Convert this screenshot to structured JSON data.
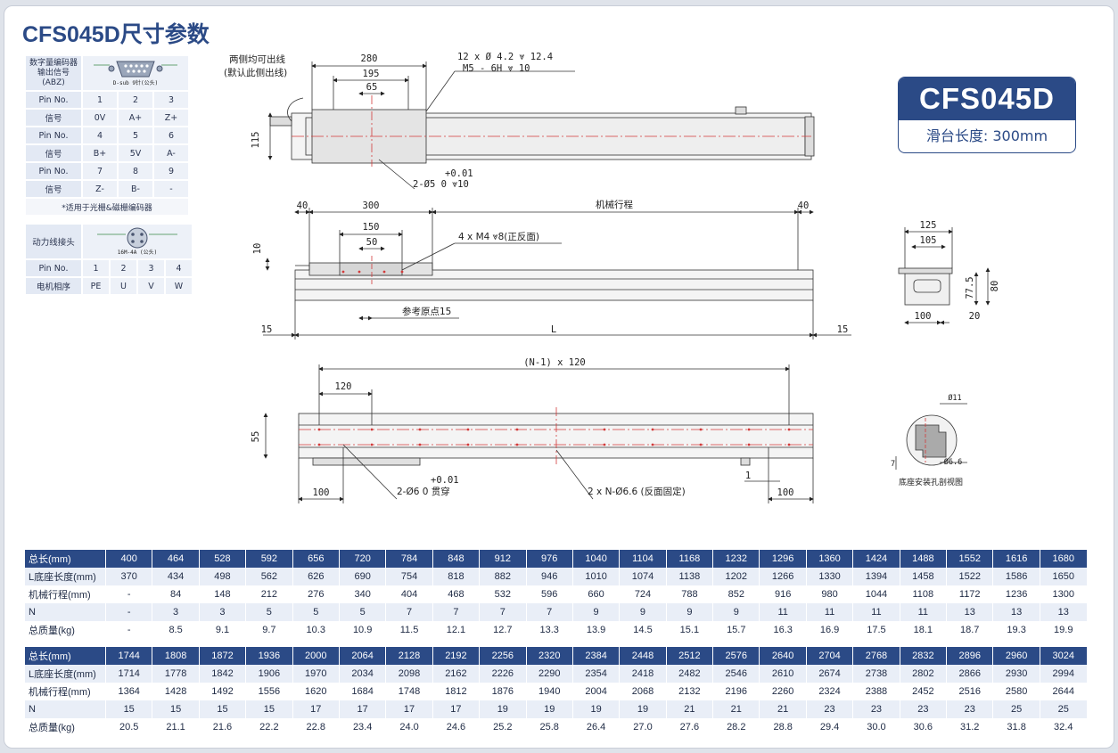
{
  "title": "CFS045D尺寸参数",
  "badge": {
    "model": "CFS045D",
    "stroke_label": "滑台长度: 300mm"
  },
  "encoder_table": {
    "header_label": "数字量编码器\n输出信号(ABZ)",
    "header_caption": "D-sub 9针(公头)",
    "rows": [
      {
        "label": "Pin No.",
        "cells": [
          "1",
          "2",
          "3"
        ]
      },
      {
        "label": "信号",
        "cells": [
          "0V",
          "A+",
          "Z+"
        ]
      },
      {
        "label": "Pin No.",
        "cells": [
          "4",
          "5",
          "6"
        ]
      },
      {
        "label": "信号",
        "cells": [
          "B+",
          "5V",
          "A-"
        ]
      },
      {
        "label": "Pin No.",
        "cells": [
          "7",
          "8",
          "9"
        ]
      },
      {
        "label": "信号",
        "cells": [
          "Z-",
          "B-",
          "-"
        ]
      }
    ],
    "note": "*适用于光栅&磁栅编码器"
  },
  "power_table": {
    "header_label": "动力线接头",
    "header_caption": "16M-4A (公头)",
    "rows": [
      {
        "label": "Pin No.",
        "cells": [
          "1",
          "2",
          "3",
          "4"
        ]
      },
      {
        "label": "电机相序",
        "cells": [
          "PE",
          "U",
          "V",
          "W"
        ]
      }
    ]
  },
  "drawing": {
    "top_view": {
      "dim_280": "280",
      "dim_195": "195",
      "dim_65": "65",
      "dim_115": "115",
      "note_cable": "两侧均可出线\n(默认此侧出线)",
      "holes_1": "12 x Ø 4.2 ⩔ 12.4",
      "holes_2": "M5 - 6H ⩔ 10",
      "tol": "+0.01",
      "pin": "2-Ø5  0    ⩔10"
    },
    "side_view": {
      "dim_40a": "40",
      "dim_300": "300",
      "dim_150": "150",
      "dim_50": "50",
      "stroke": "机械行程",
      "dim_40b": "40",
      "dim_10": "10",
      "thread": "4 x M4 ⩔8(正反面)",
      "origin": "参考原点15",
      "dim_15a": "15",
      "L": "L",
      "dim_15b": "15"
    },
    "bottom_view": {
      "pitch": "(N-1) x 120",
      "dim_120": "120",
      "dim_55": "55",
      "dim_100a": "100",
      "tol": "+0.01",
      "pin": "2-Ø6  0    贯穿",
      "holes": "2 x N-Ø6.6 (反面固定)",
      "dim_1": "1",
      "dim_100b": "100"
    },
    "end_view": {
      "dim_125": "125",
      "dim_105": "105",
      "dim_77_5": "77.5",
      "dim_80": "80",
      "dim_100": "100",
      "dim_20": "20"
    },
    "section_view": {
      "dim_11": "Ø11",
      "dim_6_6": "Ø6.6",
      "dim_7": "7",
      "caption": "底座安装孔剖视图"
    }
  },
  "spec_tables": [
    {
      "rows": [
        {
          "label": "总长(mm)",
          "values": [
            "400",
            "464",
            "528",
            "592",
            "656",
            "720",
            "784",
            "848",
            "912",
            "976",
            "1040",
            "1104",
            "1168",
            "1232",
            "1296",
            "1360",
            "1424",
            "1488",
            "1552",
            "1616",
            "1680"
          ]
        },
        {
          "label": "L底座长度(mm)",
          "values": [
            "370",
            "434",
            "498",
            "562",
            "626",
            "690",
            "754",
            "818",
            "882",
            "946",
            "1010",
            "1074",
            "1138",
            "1202",
            "1266",
            "1330",
            "1394",
            "1458",
            "1522",
            "1586",
            "1650"
          ]
        },
        {
          "label": "机械行程(mm)",
          "values": [
            "-",
            "84",
            "148",
            "212",
            "276",
            "340",
            "404",
            "468",
            "532",
            "596",
            "660",
            "724",
            "788",
            "852",
            "916",
            "980",
            "1044",
            "1108",
            "1172",
            "1236",
            "1300"
          ]
        },
        {
          "label": "N",
          "values": [
            "-",
            "3",
            "3",
            "5",
            "5",
            "5",
            "7",
            "7",
            "7",
            "7",
            "9",
            "9",
            "9",
            "9",
            "11",
            "11",
            "11",
            "11",
            "13",
            "13",
            "13"
          ]
        },
        {
          "label": "总质量(kg)",
          "values": [
            "-",
            "8.5",
            "9.1",
            "9.7",
            "10.3",
            "10.9",
            "11.5",
            "12.1",
            "12.7",
            "13.3",
            "13.9",
            "14.5",
            "15.1",
            "15.7",
            "16.3",
            "16.9",
            "17.5",
            "18.1",
            "18.7",
            "19.3",
            "19.9"
          ]
        }
      ]
    },
    {
      "rows": [
        {
          "label": "总长(mm)",
          "values": [
            "1744",
            "1808",
            "1872",
            "1936",
            "2000",
            "2064",
            "2128",
            "2192",
            "2256",
            "2320",
            "2384",
            "2448",
            "2512",
            "2576",
            "2640",
            "2704",
            "2768",
            "2832",
            "2896",
            "2960",
            "3024"
          ]
        },
        {
          "label": "L底座长度(mm)",
          "values": [
            "1714",
            "1778",
            "1842",
            "1906",
            "1970",
            "2034",
            "2098",
            "2162",
            "2226",
            "2290",
            "2354",
            "2418",
            "2482",
            "2546",
            "2610",
            "2674",
            "2738",
            "2802",
            "2866",
            "2930",
            "2994"
          ]
        },
        {
          "label": "机械行程(mm)",
          "values": [
            "1364",
            "1428",
            "1492",
            "1556",
            "1620",
            "1684",
            "1748",
            "1812",
            "1876",
            "1940",
            "2004",
            "2068",
            "2132",
            "2196",
            "2260",
            "2324",
            "2388",
            "2452",
            "2516",
            "2580",
            "2644"
          ]
        },
        {
          "label": "N",
          "values": [
            "15",
            "15",
            "15",
            "15",
            "17",
            "17",
            "17",
            "17",
            "19",
            "19",
            "19",
            "19",
            "21",
            "21",
            "21",
            "23",
            "23",
            "23",
            "23",
            "25",
            "25"
          ]
        },
        {
          "label": "总质量(kg)",
          "values": [
            "20.5",
            "21.1",
            "21.6",
            "22.2",
            "22.8",
            "23.4",
            "24.0",
            "24.6",
            "25.2",
            "25.8",
            "26.4",
            "27.0",
            "27.6",
            "28.2",
            "28.8",
            "29.4",
            "30.0",
            "30.6",
            "31.2",
            "31.8",
            "32.4"
          ]
        }
      ]
    }
  ]
}
